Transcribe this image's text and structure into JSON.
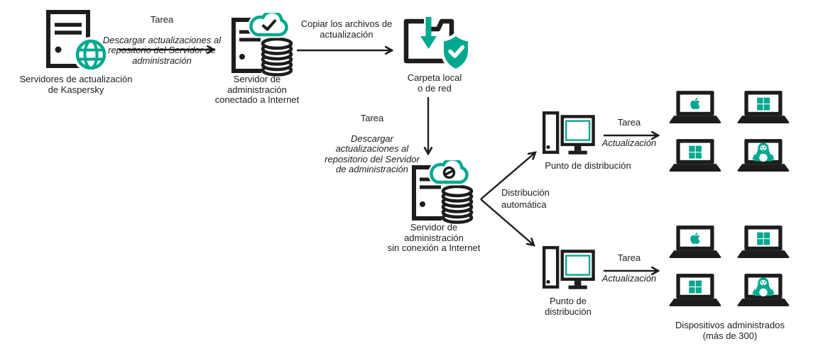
{
  "palette": {
    "accent": "#00a88e",
    "ink": "#1d1d1b",
    "background": "#ffffff"
  },
  "nodes": {
    "kaspersky_update_servers": {
      "label": "Servidores de actualización\nde Kaspersky",
      "icon": "server-globe-icon"
    },
    "admin_server_online": {
      "label": "Servidor de\nadministración\nconectado a Internet",
      "icon": "server-cloud-check-icon"
    },
    "local_folder": {
      "label": "Carpeta local\no de red",
      "icon": "folder-download-shield-icon"
    },
    "admin_server_offline": {
      "label": "Servidor de\nadministración\nsin conexión a Internet",
      "icon": "server-cloud-blocked-icon"
    },
    "distribution_point_top": {
      "label": "Punto de distribución",
      "icon": "desktop-computer-icon"
    },
    "distribution_point_bottom": {
      "label": "Punto de\ndistribución",
      "icon": "desktop-computer-icon"
    },
    "managed_devices": {
      "label": "Dispositivos administrados\n(más de 300)",
      "groups": [
        {
          "devices": [
            "apple",
            "windows",
            "windows",
            "linux"
          ]
        },
        {
          "devices": [
            "apple",
            "windows",
            "windows",
            "linux"
          ]
        }
      ]
    }
  },
  "edges": {
    "task_download_online": {
      "title": "Tarea",
      "desc": "Descargar actualizaciones al\nrepositorio del Servidor de\nadministración"
    },
    "copy_update_files": {
      "label": "Copiar los archivos de\nactualización"
    },
    "task_download_offline": {
      "title": "Tarea",
      "desc": "Descargar\nactualizaciones al\nrepositorio del Servidor\nde administración"
    },
    "automatic_distribution": {
      "label": "Distribución\nautomática"
    },
    "task_update_top": {
      "title": "Tarea",
      "desc": "Actualización"
    },
    "task_update_bottom": {
      "title": "Tarea",
      "desc": "Actualización"
    }
  }
}
